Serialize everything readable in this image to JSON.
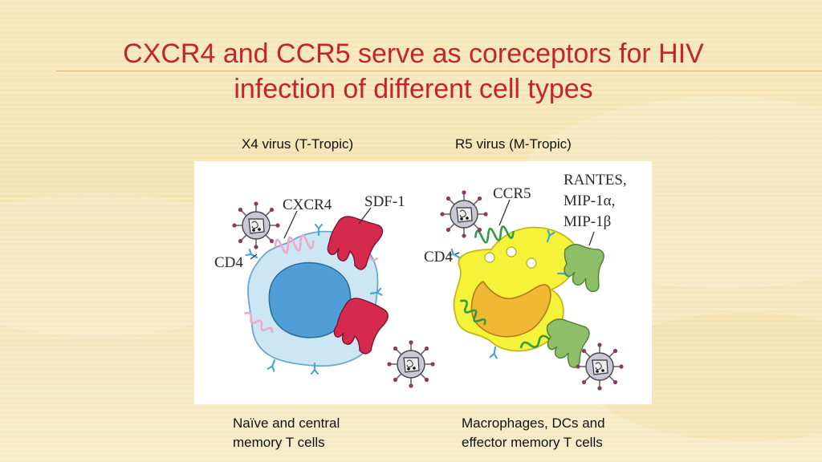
{
  "slide": {
    "title_line1": "CXCR4 and CCR5 serve as coreceptors for HIV",
    "title_line2": "infection of different cell types",
    "left_header": "X4 virus (T-Tropic)",
    "right_header": "R5 virus  (M-Tropic)",
    "left_caption_line1": "Naïve and central",
    "left_caption_line2": "memory T cells",
    "right_caption_line1": "Macrophages, DCs and",
    "right_caption_line2": "effector memory T cells"
  },
  "diagram": {
    "left": {
      "cxcr4_label": "CXCR4",
      "sdf1_label": "SDF-1",
      "cd4_label": "CD4"
    },
    "right": {
      "ccr5_label": "CCR5",
      "cd4_label": "CD4",
      "ligands_line1": "RANTES,",
      "ligands_line2": "MIP-1α,",
      "ligands_line3": "MIP-1β"
    }
  },
  "colors": {
    "title": "#c0262b",
    "tcell_membrane": "#cde6f3",
    "tcell_nucleus": "#4f9fd6",
    "macrophage_body": "#f5f23a",
    "macrophage_nucleus": "#f1b834",
    "sdf1": "#d6294e",
    "rantes": "#8fbe68",
    "cxcr4_receptor": "#f2a6c8",
    "ccr5_receptor": "#2f9c43",
    "cd4": "#4aa6d9"
  }
}
